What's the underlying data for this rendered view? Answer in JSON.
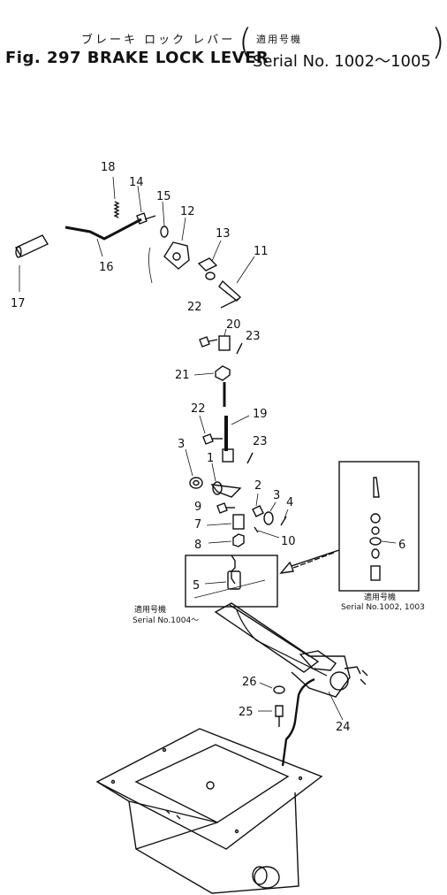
{
  "title": {
    "jp": "ブレーキ ロック レバー",
    "en": "Fig. 297 BRAKE LOCK LEVER",
    "serial_jp": "適用号機",
    "serial_en": "Serial No. 1002～1005"
  },
  "insets": {
    "right_jp": "適用号機",
    "right_serial": "Serial No.1002, 1003",
    "left_jp": "適用号機",
    "left_serial": "Serial No.1004～"
  },
  "callouts": [
    "18",
    "14",
    "15",
    "12",
    "16",
    "17",
    "13",
    "11",
    "22",
    "20",
    "23",
    "21",
    "22",
    "19",
    "23",
    "3",
    "1",
    "2",
    "3",
    "4",
    "9",
    "7",
    "8",
    "10",
    "5",
    "6",
    "26",
    "25",
    "24"
  ]
}
